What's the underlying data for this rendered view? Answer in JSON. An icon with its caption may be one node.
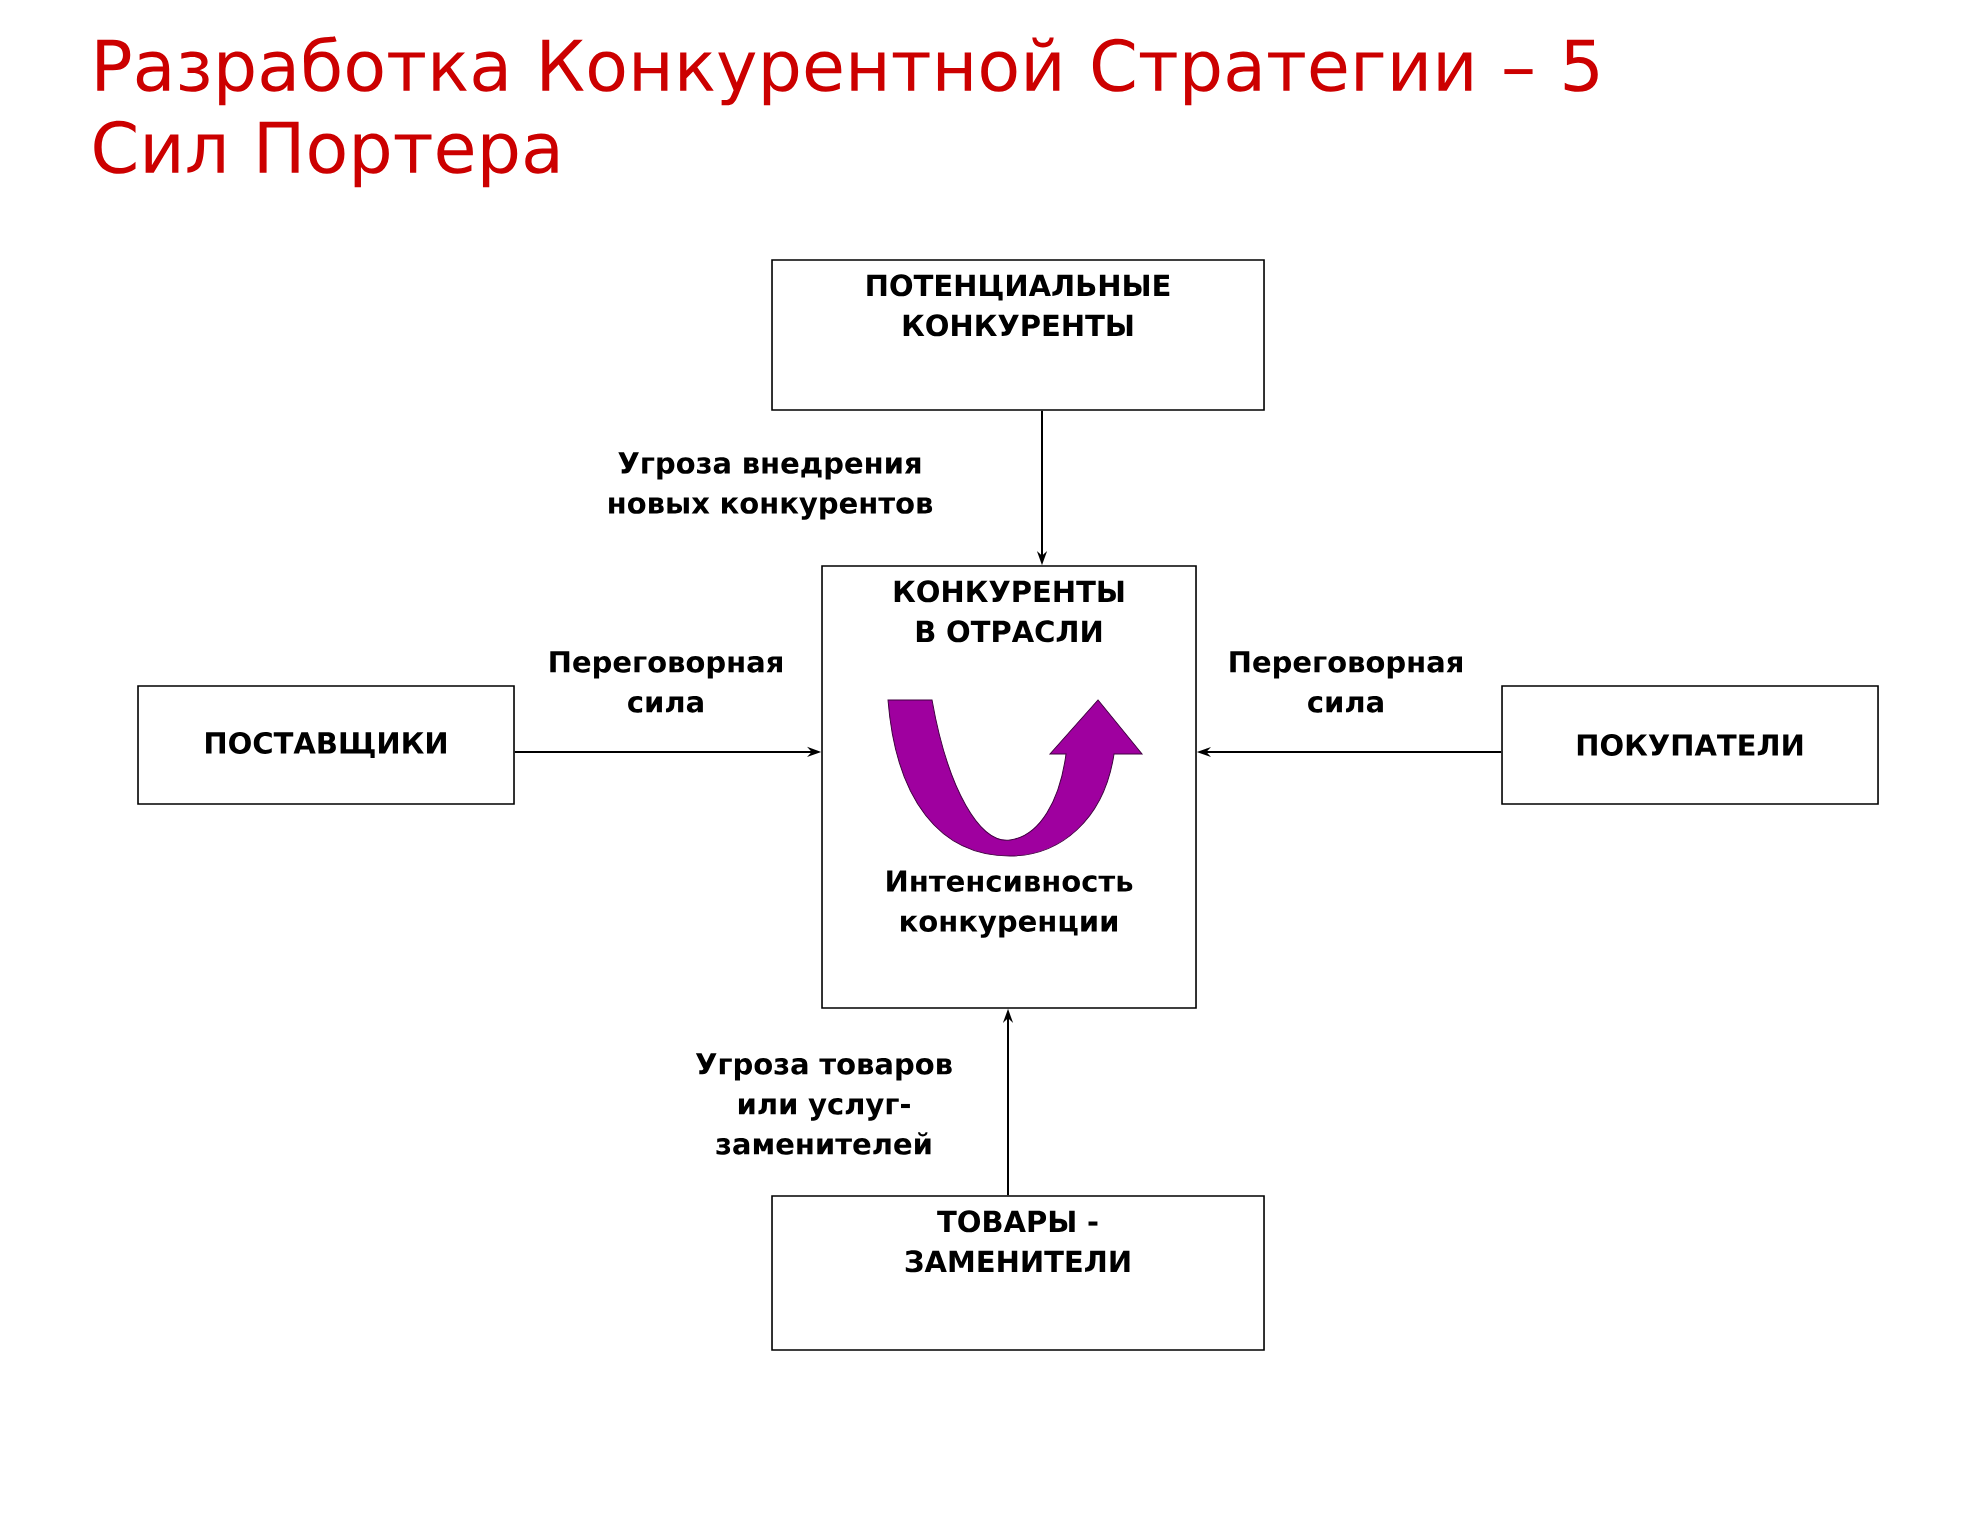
{
  "diagram": {
    "title": "Разработка Конкурентной Стратегии – 5 Сил Портера",
    "nodes": [
      {
        "text": [
          "ПОТЕНЦИАЛЬНЫЕ КОНКУРЕНТЫ"
        ]
      },
      {
        "text": [
          "ПОСТАВЩИКИ"
        ]
      },
      {
        "text": [
          "КОНКУРЕНТЫ В ОТРАСЛИ",
          "Интенсивность конкуренции"
        ]
      },
      {
        "text": [
          "ПОКУПАТЕЛИ"
        ]
      },
      {
        "text": [
          "ТОВАРЫ - ЗАМЕНИТЕЛИ"
        ]
      }
    ],
    "edges": [
      {
        "from": 0,
        "to": 2,
        "arrow": "to",
        "label": "Угроза внедрения новых конкурентов"
      },
      {
        "from": 1,
        "to": 2,
        "arrow": "to",
        "label": "Переговорная сила"
      },
      {
        "from": 3,
        "to": 2,
        "arrow": "to",
        "label": "Переговорная сила"
      },
      {
        "from": 4,
        "to": 2,
        "arrow": "to",
        "label": "Угроза товаров или услуг- заменителей"
      }
    ]
  }
}
